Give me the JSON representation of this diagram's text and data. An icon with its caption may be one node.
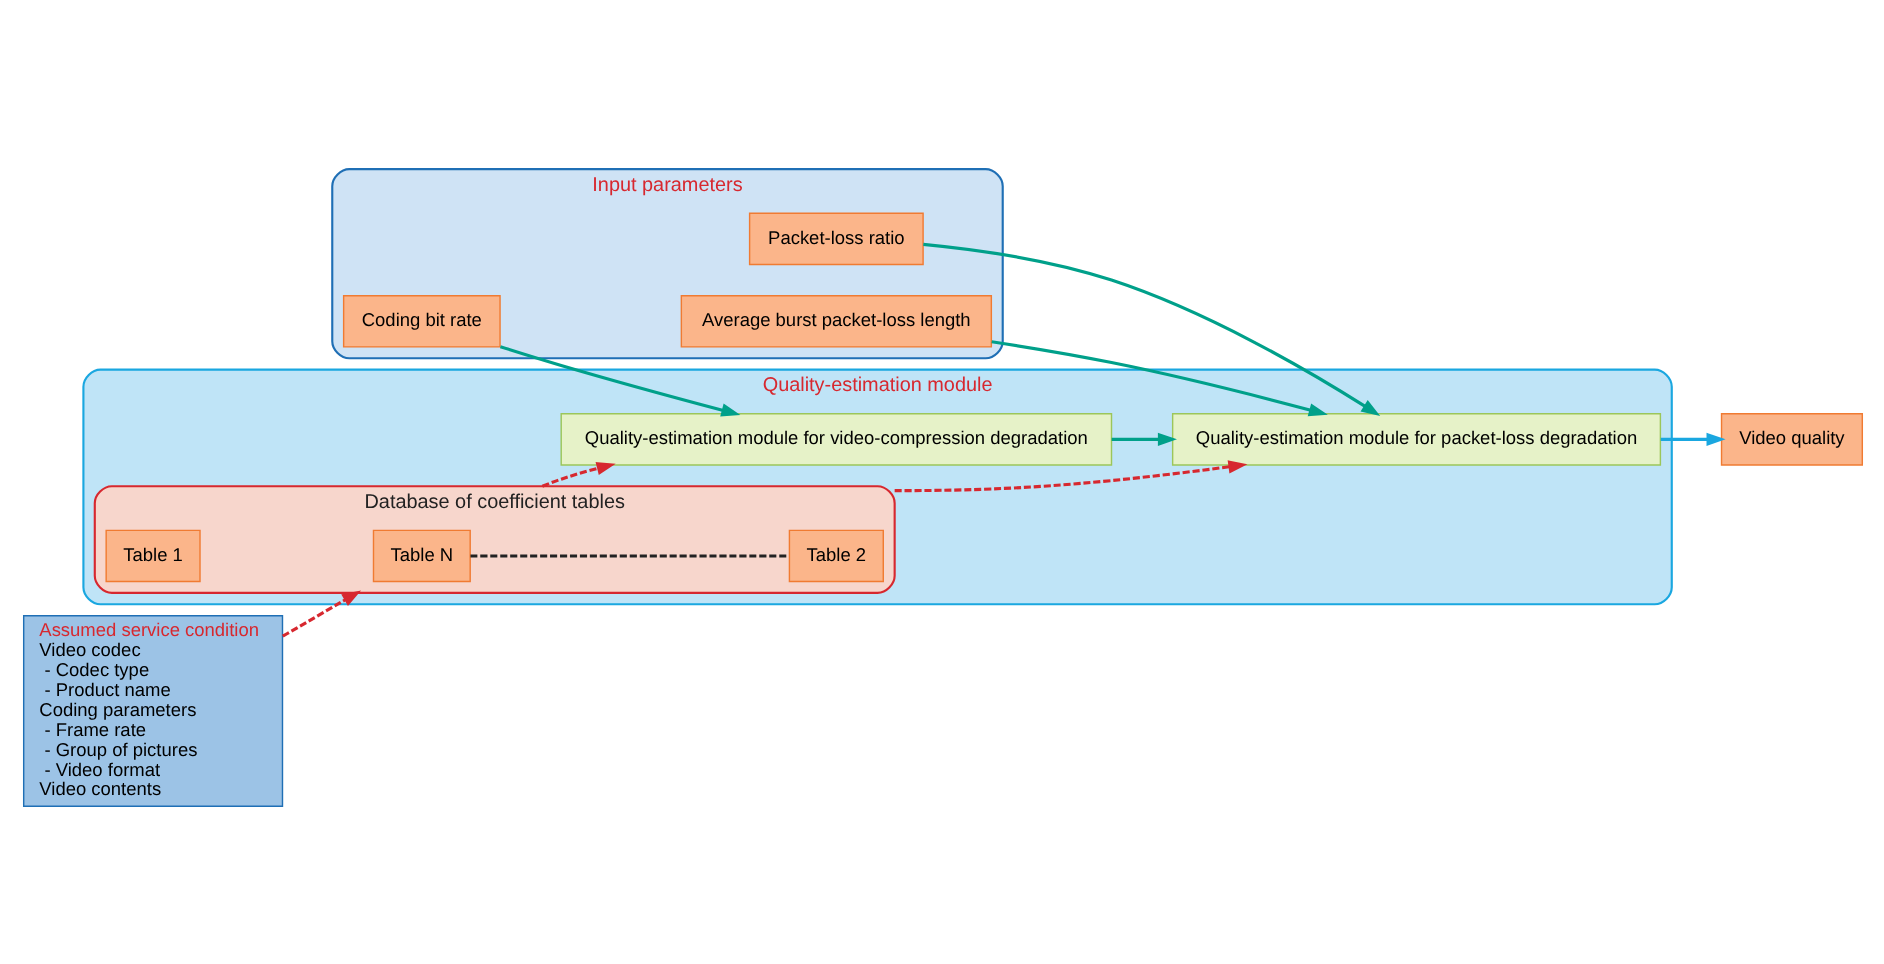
{
  "diagram": {
    "nodes": [
      {
        "text": [
          "Input parameters"
        ]
      },
      {
        "text": [
          "Coding bit rate"
        ],
        "in": 0
      },
      {
        "text": [
          "Packet-loss ratio"
        ],
        "in": 0
      },
      {
        "text": [
          "Average burst packet-loss length"
        ],
        "in": 0
      },
      {
        "text": [
          "Assumed service condition",
          "Video codec",
          "- Codec type",
          "- Product name",
          "Coding parameters",
          "- Frame rate",
          "- Group of pictures",
          "- Video format",
          "Video contents"
        ]
      },
      {
        "text": [
          "Quality-estimation module"
        ]
      },
      {
        "text": [
          "Quality-estimation module for video-compression degradation"
        ],
        "in": 5
      },
      {
        "text": [
          "Quality-estimation module for packet-loss degradation"
        ],
        "in": 5
      },
      {
        "text": [
          "Database of coefficient tables"
        ],
        "in": 5
      },
      {
        "text": [
          "Table N"
        ],
        "in": 8
      },
      {
        "text": [
          "Table 2"
        ],
        "in": 8
      },
      {
        "text": [
          "Table 1"
        ],
        "in": 8
      },
      {
        "text": [
          "Video quality"
        ]
      }
    ],
    "edges": [
      {
        "from": 1,
        "to": 6,
        "arrow": "to"
      },
      {
        "from": 2,
        "to": 7,
        "arrow": "to"
      },
      {
        "from": 3,
        "to": 7,
        "arrow": "to"
      },
      {
        "from": 6,
        "to": 7,
        "arrow": "to"
      },
      {
        "from": 7,
        "to": 12,
        "arrow": "to",
        "color": "#1aa7e0"
      },
      {
        "from": 4,
        "to": 8,
        "arrow": "to",
        "style": "dashed",
        "color": "#d7282f"
      },
      {
        "from": 8,
        "to": 6,
        "arrow": "to",
        "style": "dashed",
        "color": "#d7282f"
      },
      {
        "from": 8,
        "to": 7,
        "arrow": "to",
        "style": "dashed",
        "color": "#d7282f"
      },
      {
        "from": 9,
        "to": 10,
        "arrow": "none",
        "style": "dashed",
        "color": "#222222"
      }
    ]
  }
}
